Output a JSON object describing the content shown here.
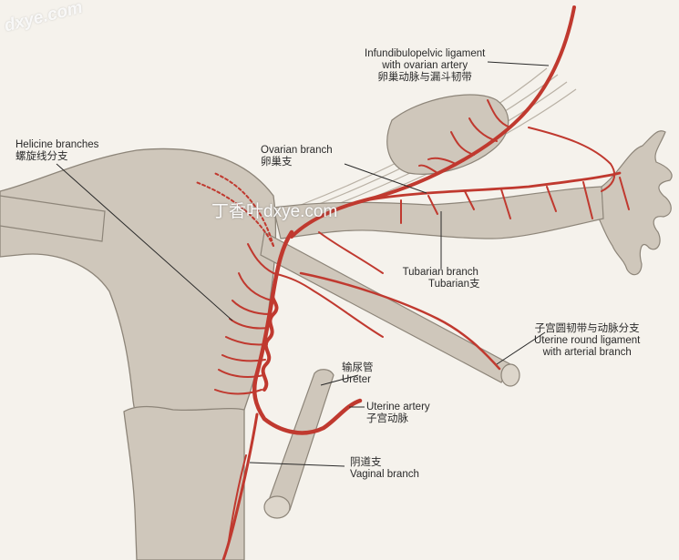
{
  "watermarks": {
    "corner": "dxye.com",
    "center": "丁香叶dxye.com"
  },
  "labels": {
    "infundibulopelvic": {
      "en1": "Infundibulopelvic ligament",
      "en2": "with ovarian artery",
      "zh": "卵巢动脉与漏斗韧带"
    },
    "helicine": {
      "en": "Helicine branches",
      "zh": "螺旋线分支"
    },
    "ovarian_branch": {
      "en": "Ovarian branch",
      "zh": "卵巢支"
    },
    "tubarian_branch": {
      "en": "Tubarian branch",
      "zh": "Tubarian支"
    },
    "round_ligament": {
      "zh": "子宫圆韧带与动脉分支",
      "en1": "Uterine round ligament",
      "en2": "with arterial branch"
    },
    "ureter": {
      "zh": "输尿管",
      "en": "Ureter"
    },
    "uterine_artery": {
      "en": "Uterine artery",
      "zh": "子宫动脉"
    },
    "vaginal_branch": {
      "zh": "阴道支",
      "en": "Vaginal branch"
    }
  },
  "colors": {
    "artery": "#c0392f",
    "tissue": "#cfc7bb",
    "outline": "#8d8579",
    "background": "#f5f2ec"
  }
}
